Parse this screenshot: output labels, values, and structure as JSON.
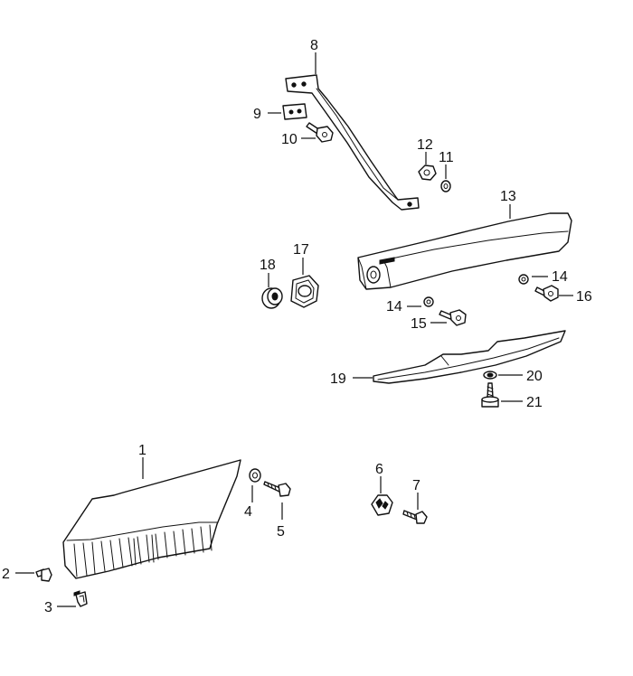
{
  "callouts": {
    "c1": "1",
    "c2": "2",
    "c3": "3",
    "c4": "4",
    "c5": "5",
    "c6": "6",
    "c7": "7",
    "c8": "8",
    "c9": "9",
    "c10": "10",
    "c11": "11",
    "c12": "12",
    "c13": "13",
    "c14a": "14",
    "c14b": "14",
    "c15": "15",
    "c16": "16",
    "c17": "17",
    "c18": "18",
    "c19": "19",
    "c20": "20",
    "c21": "21"
  },
  "colors": {
    "line": "#111111",
    "background": "#ffffff"
  }
}
